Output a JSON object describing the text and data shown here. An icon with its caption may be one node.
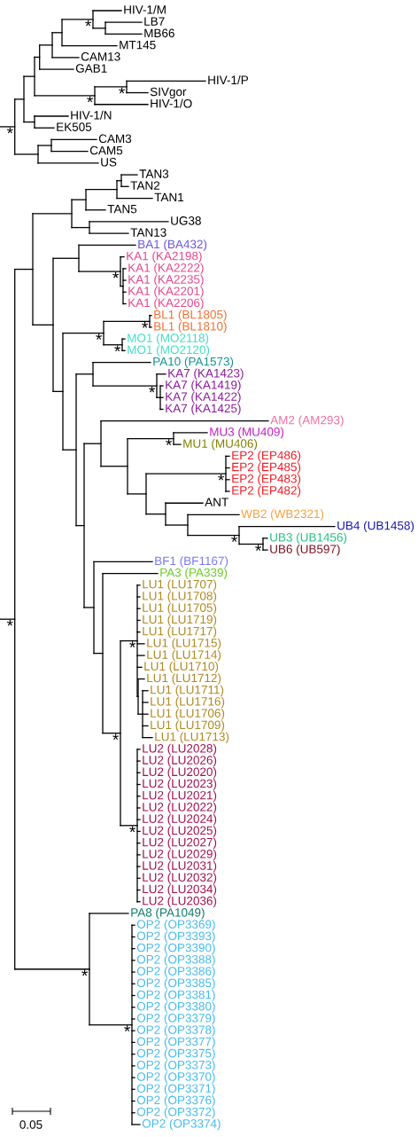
{
  "diagram": {
    "labels": [
      "HIV-1/M",
      "LB7",
      "MB66",
      "MT145",
      "CAM13",
      "GAB1",
      "HIV-1/P",
      "SIVgor",
      "HIV-1/O",
      "HIV-1/N",
      "EK505",
      "CAM3",
      "CAM5",
      "US",
      "TAN3",
      "TAN2",
      "TAN1",
      "TAN5",
      "UG38",
      "TAN13",
      "BA1 (BA432)",
      "KA1 (KA2198)",
      "KA1 (KA2222)",
      "KA1 (KA2235)",
      "KA1 (KA2201)",
      "KA1 (KA2206)",
      "BL1 (BL1805)",
      "BL1 (BL1810)",
      "MO1 (MO2118)",
      "MO1 (MO2120)",
      "PA10 (PA1573)",
      "KA7 (KA1423)",
      "KA7 (KA1419)",
      "KA7 (KA1422)",
      "KA7 (KA1425)",
      "AM2 (AM293)",
      "MU3 (MU409)",
      "MU1 (MU406)",
      "EP2 (EP486)",
      "EP2 (EP485)",
      "EP2 (EP483)",
      "EP2 (EP482)",
      "ANT",
      "WB2 (WB2321)",
      "UB4 (UB1458)",
      "UB3 (UB1456)",
      "UB6 (UB597)",
      "BF1 (BF1167)",
      "PA3 (PA339)",
      "LU1 (LU1707)",
      "LU1 (LU1708)",
      "LU1 (LU1705)",
      "LU1 (LU1719)",
      "LU1 (LU1717)",
      "LU1 (LU1715)",
      "LU1 (LU1714)",
      "LU1 (LU1710)",
      "LU1 (LU1712)",
      "LU1 (LU1711)",
      "LU1 (LU1716)",
      "LU1 (LU1706)",
      "LU1 (LU1709)",
      "LU1 (LU1713)",
      "LU2 (LU2028)",
      "LU2 (LU2026)",
      "LU2 (LU2020)",
      "LU2 (LU2023)",
      "LU2 (LU2021)",
      "LU2 (LU2022)",
      "LU2 (LU2024)",
      "LU2 (LU2025)",
      "LU2 (LU2027)",
      "LU2 (LU2029)",
      "LU2 (LU2031)",
      "LU2 (LU2032)",
      "LU2 (LU2034)",
      "LU2 (LU2036)",
      "PA8 (PA1049)",
      "OP2 (OP3369)",
      "OP2 (OP3393)",
      "OP2 (OP3390)",
      "OP2 (OP3388)",
      "OP2 (OP3386)",
      "OP2 (OP3385)",
      "OP2 (OP3381)",
      "OP2 (OP3380)",
      "OP2 (OP3379)",
      "OP2 (OP3378)",
      "OP2 (OP3377)",
      "OP2 (OP3375)",
      "OP2 (OP3373)",
      "OP2 (OP3370)",
      "OP2 (OP3371)",
      "OP2 (OP3376)",
      "OP2 (OP3372)",
      "OP2 (OP3374)",
      "*",
      "*",
      "*",
      "*",
      "*",
      "*",
      "*",
      "*",
      "*",
      "*",
      "*",
      "*",
      "*",
      "*",
      "*",
      "*",
      "*",
      "*",
      "*",
      "0.05"
    ]
  }
}
